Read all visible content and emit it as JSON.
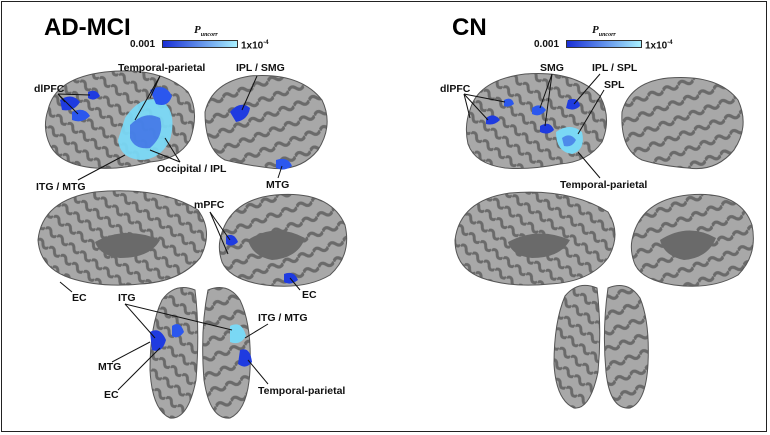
{
  "panels": {
    "left": {
      "title": "AD-MCI",
      "colorbar": {
        "symbol": "P",
        "subscript": "uncorr",
        "min": "0.001",
        "max": "1x10",
        "max_exp": "-4",
        "color_low": "#1a2fd6",
        "color_high": "#a8f0ff"
      },
      "labels": {
        "temporal_parietal_top": "Temporal-parietal",
        "ipl_smg": "IPL / SMG",
        "dlpfc": "dlPFC",
        "occipital_ipl": "Occipital / IPL",
        "itg_mtg": "ITG / MTG",
        "mtg": "MTG",
        "mpfc": "mPFC",
        "ec_left": "EC",
        "ec_right": "EC",
        "itg_bottom": "ITG",
        "itg_mtg_bottom": "ITG / MTG",
        "mtg_bottom": "MTG",
        "ec_bottom": "EC",
        "temporal_parietal_bottom": "Temporal-parietal"
      }
    },
    "right": {
      "title": "CN",
      "colorbar": {
        "symbol": "P",
        "subscript": "uncorr",
        "min": "0.001",
        "max": "1x10",
        "max_exp": "-4",
        "color_low": "#1a2fd6",
        "color_high": "#a8f0ff"
      },
      "labels": {
        "smg": "SMG",
        "ipl_spl": "IPL / SPL",
        "spl": "SPL",
        "dlpfc": "dlPFC",
        "temporal_parietal": "Temporal-parietal"
      }
    }
  },
  "colors": {
    "brain_dark": "#5c5c5c",
    "brain_light": "#a9a9a9",
    "cluster_blue": "#1f3be0",
    "cluster_cyan": "#7ad8f5"
  }
}
